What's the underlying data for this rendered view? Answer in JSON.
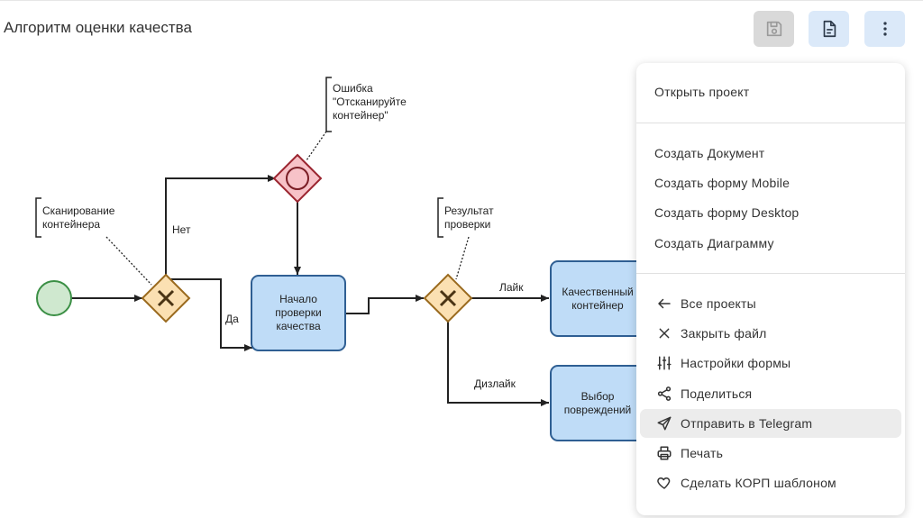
{
  "header": {
    "title": "Алгоритм оценки качества"
  },
  "toolbar": {
    "save_icon": "save-icon",
    "document_icon": "document-icon",
    "more_icon": "more-vertical-icon"
  },
  "diagram": {
    "annotations": {
      "scan": [
        "Сканирование",
        "контейнера"
      ],
      "error": [
        "Ошибка",
        "\"Отсканируйте",
        "контейнер\""
      ],
      "result": [
        "Результат",
        "проверки"
      ]
    },
    "flows": {
      "no": "Нет",
      "yes": "Да",
      "like": "Лайк",
      "dislike": "Дизлайк"
    },
    "tasks": {
      "start_check": [
        "Начало",
        "проверки",
        "качества"
      ],
      "quality_container": [
        "Качественный",
        "контейнер"
      ],
      "damage_select": [
        "Выбор",
        "повреждений"
      ]
    },
    "colors": {
      "start_event": "#cfe8cf",
      "gateway": "#fbe0b2",
      "error_event": "#f7c2c8",
      "task": "#bfdcf7"
    }
  },
  "menu": {
    "open_project": "Открыть проект",
    "create_document": "Создать Документ",
    "create_mobile": "Создать форму Mobile",
    "create_desktop": "Создать форму Desktop",
    "create_diagram": "Создать Диаграмму",
    "all_projects": "Все проекты",
    "close_file": "Закрыть файл",
    "form_settings": "Настройки формы",
    "share": "Поделиться",
    "send_telegram": "Отправить в Telegram",
    "print": "Печать",
    "make_template": "Сделать КОРП шаблоном"
  }
}
